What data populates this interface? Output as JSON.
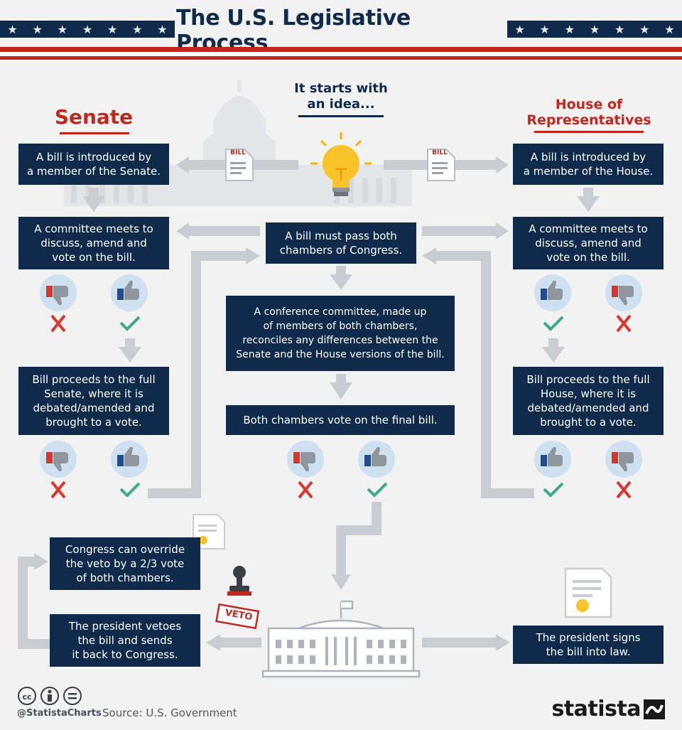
{
  "title": "The U.S. Legislative Process",
  "headings": {
    "senate": "Senate",
    "house": "House of\nRepresentatives",
    "idea": "It starts with\nan idea..."
  },
  "icons": {
    "bill_label": "BILL",
    "veto_label": "VETO"
  },
  "boxes": {
    "senate_intro": "A bill is introduced by\na member of the Senate.",
    "house_intro": "A bill is introduced by\na member of the House.",
    "senate_committee": "A committee meets to\ndiscuss, amend and\nvote on the bill.",
    "house_committee": "A committee meets to\ndiscuss, amend and\nvote on the bill.",
    "both_chambers": "A bill must pass both\nchambers of Congress.",
    "conference": "A conference committee, made up\nof members of both chambers,\nreconciles any differences between the\nSenate and the House versions of the bill.",
    "final_vote": "Both chambers vote on the final bill.",
    "senate_full": "Bill proceeds to the full\nSenate, where it is\ndebated/amended and\nbrought to a vote.",
    "house_full": "Bill proceeds to the full\nHouse, where it is\ndebated/amended and\nbrought to a vote.",
    "override": "Congress can override\nthe veto by a 2/3 vote\nof both chambers.",
    "veto": "The president vetoes\nthe bill and sends\nit back to Congress.",
    "sign": "The president signs\nthe bill into law."
  },
  "footer": {
    "handle": "@StatistaCharts",
    "source": "Source: U.S. Government",
    "brand": "statista"
  },
  "colors": {
    "navy": "#0f2a4a",
    "red": "#c0271d",
    "green": "#3aa88c",
    "arrow": "#c9cdd3",
    "thumb_bg": "#cfe0f0"
  }
}
